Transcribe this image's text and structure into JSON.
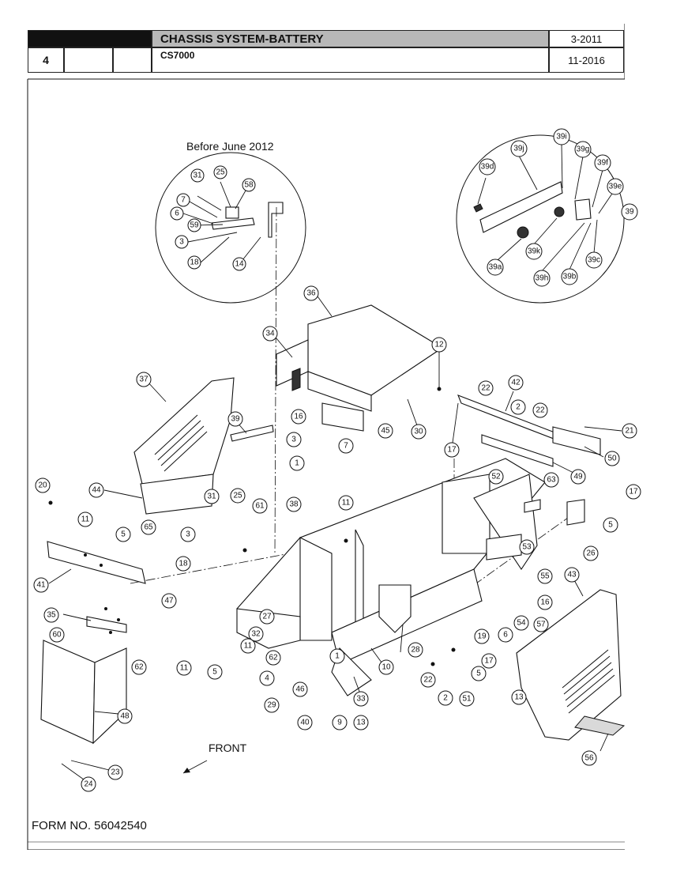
{
  "header": {
    "section_number": "4",
    "title": "CHASSIS SYSTEM-BATTERY",
    "model": "CS7000",
    "date_original": "3-2011",
    "date_revised": "11-2016"
  },
  "detail_left": {
    "caption": "Before June 2012"
  },
  "front_label": "FRONT",
  "footer": {
    "form_number": "FORM NO. 56042540"
  },
  "callouts": {
    "c_31a": "31",
    "c_25a": "25",
    "c_58": "58",
    "c_7a": "7",
    "c_6a": "6",
    "c_59": "59",
    "c_3a": "3",
    "c_18a": "18",
    "c_14": "14",
    "c_39i": "39i",
    "c_39j": "39j",
    "c_39g": "39g",
    "c_39d": "39d",
    "c_39f": "39f",
    "c_39e": "39e",
    "c_39": "39",
    "c_39k": "39k",
    "c_39a": "39a",
    "c_39c": "39c",
    "c_39h": "39h",
    "c_39b": "39b",
    "c_36": "36",
    "c_34": "34",
    "c_12": "12",
    "c_30": "30",
    "c_37": "37",
    "c_16a": "16",
    "c_3b": "3",
    "c_39m": "39",
    "c_7b": "7",
    "c_45": "45",
    "c_1a": "1",
    "c_61": "61",
    "c_25b": "25",
    "c_31b": "31",
    "c_38": "38",
    "c_11a": "11",
    "c_3c": "3",
    "c_18b": "18",
    "c_20": "20",
    "c_44": "44",
    "c_11b": "11",
    "c_5a": "5",
    "c_65": "65",
    "c_41": "41",
    "c_35": "35",
    "c_60": "60",
    "c_62a": "62",
    "c_48": "48",
    "c_23": "23",
    "c_24": "24",
    "c_47": "47",
    "c_11c": "11",
    "c_5b": "5",
    "c_11d": "11",
    "c_27": "27",
    "c_32": "32",
    "c_62b": "62",
    "c_4": "4",
    "c_29": "29",
    "c_46": "46",
    "c_40": "40",
    "c_9": "9",
    "c_13a": "13",
    "c_1b": "1",
    "c_10": "10",
    "c_33": "33",
    "c_28": "28",
    "c_22a": "22",
    "c_42": "42",
    "c_2a": "2",
    "c_22b": "22",
    "c_17a": "17",
    "c_21": "21",
    "c_50": "50",
    "c_52": "52",
    "c_49": "49",
    "c_63": "63",
    "c_17b": "17",
    "c_5c": "5",
    "c_26": "26",
    "c_53": "53",
    "c_55": "55",
    "c_43": "43",
    "c_16b": "16",
    "c_54": "54",
    "c_6b": "6",
    "c_19": "19",
    "c_17c": "17",
    "c_5d": "5",
    "c_22c": "22",
    "c_2b": "2",
    "c_51": "51",
    "c_57": "57",
    "c_13b": "13",
    "c_56": "56"
  }
}
